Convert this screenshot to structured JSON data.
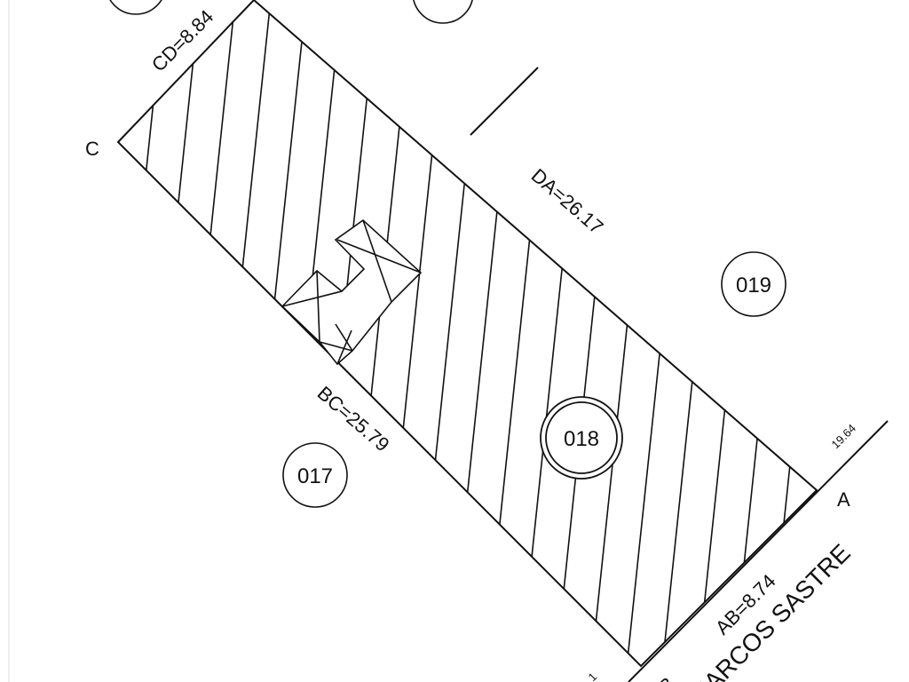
{
  "plan": {
    "vertex_labels": {
      "a": "A",
      "b": "B",
      "c": "C"
    },
    "sides": {
      "ab": "AB=8.74",
      "bc": "BC=25.79",
      "cd": "CD=8.84",
      "da": "DA=26.17"
    },
    "lots": {
      "main": "018",
      "left": "017",
      "right": "019"
    },
    "frontage": "19.64",
    "street_name": "MARCOS SASTRE",
    "colors": {
      "ink": "#111111",
      "background": "#ffffff"
    }
  }
}
